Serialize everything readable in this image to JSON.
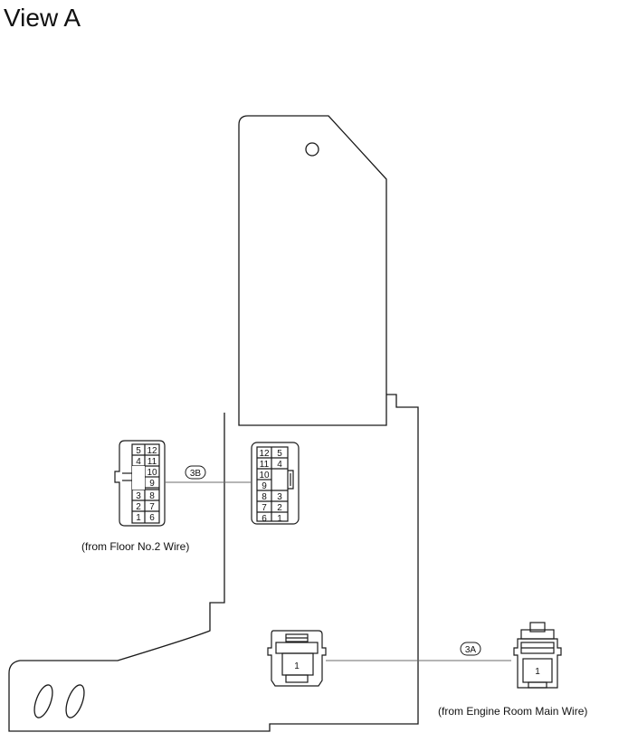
{
  "title": "View A",
  "connector_3b": {
    "tag": "3B",
    "source_caption": "(from Floor No.2 Wire)",
    "left_view_pins": [
      [
        "5",
        "12"
      ],
      [
        "4",
        "11"
      ],
      [
        "",
        "10"
      ],
      [
        "",
        "9"
      ],
      [
        "3",
        "8"
      ],
      [
        "2",
        "7"
      ],
      [
        "1",
        "6"
      ]
    ],
    "right_view_pins": [
      [
        "12",
        "5"
      ],
      [
        "11",
        "4"
      ],
      [
        "10",
        ""
      ],
      [
        "9",
        ""
      ],
      [
        "8",
        "3"
      ],
      [
        "7",
        "2"
      ],
      [
        "6",
        "1"
      ]
    ]
  },
  "connector_3a": {
    "tag": "3A",
    "source_caption": "(from Engine Room Main Wire)",
    "left_view_pin": "1",
    "right_view_pin": "1"
  },
  "colors": {
    "line": "#1a1a1a",
    "leader": "#6b6b6b",
    "bg": "#ffffff"
  }
}
